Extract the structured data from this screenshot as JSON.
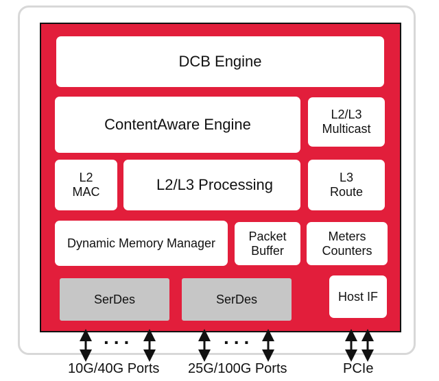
{
  "blocks": {
    "dcb_engine": "DCB Engine",
    "contentaware_engine": "ContentAware Engine",
    "l2l3_multicast": "L2/L3\nMulticast",
    "l2_mac": "L2\nMAC",
    "l2l3_processing": "L2/L3 Processing",
    "l3_route": "L3\nRoute",
    "dynamic_memory_manager": "Dynamic Memory Manager",
    "packet_buffer": "Packet\nBuffer",
    "meters_counters": "Meters\nCounters",
    "serdes_left": "SerDes",
    "serdes_right": "SerDes",
    "host_if": "Host IF"
  },
  "ports": {
    "ports_10_40": "10G/40G Ports",
    "ports_25_100": "25G/100G Ports",
    "pcie": "PCIe",
    "dots": "..."
  },
  "colors": {
    "chip_fill": "#e21e3b",
    "block_fill": "#ffffff",
    "serdes_fill": "#c6c6c6",
    "frame_border": "#d8d8d8"
  }
}
